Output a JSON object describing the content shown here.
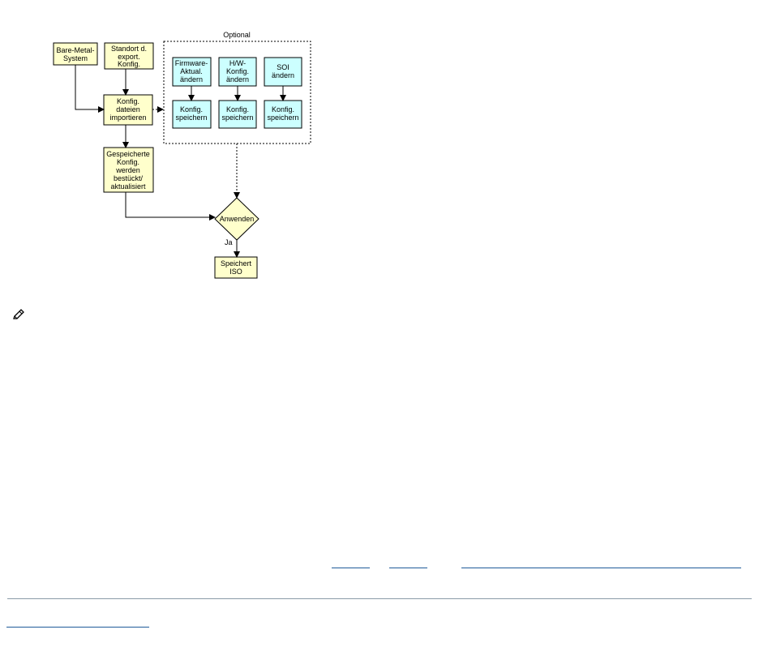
{
  "diagram": {
    "optional_label": "Optional",
    "bare_metal": [
      "Bare-Metal-",
      "System"
    ],
    "standort": [
      "Standort d.",
      "export.",
      "Konfig."
    ],
    "konfig_import": [
      "Konfig.",
      "dateien",
      "importieren"
    ],
    "firmware": [
      "Firmware-",
      "Aktual.",
      "ändern"
    ],
    "hw": [
      "H/W-",
      "Konfig.",
      "ändern"
    ],
    "soi": [
      "SOI",
      "ändern"
    ],
    "save1": [
      "Konfig.",
      "speichern"
    ],
    "save2": [
      "Konfig.",
      "speichern"
    ],
    "save3": [
      "Konfig.",
      "speichern"
    ],
    "gespeicherte": [
      "Gespeicherte",
      "Konfig.",
      "werden",
      "bestückt/",
      "aktualisiert"
    ],
    "anwenden": "Anwenden",
    "ja": "Ja",
    "speichert_iso": [
      "Speichert",
      "ISO"
    ],
    "colors": {
      "yellow_fill": "#ffffcc",
      "cyan_fill": "#ccffff",
      "stroke": "#000000"
    }
  },
  "icons": {
    "note": "pencil-note-icon"
  }
}
